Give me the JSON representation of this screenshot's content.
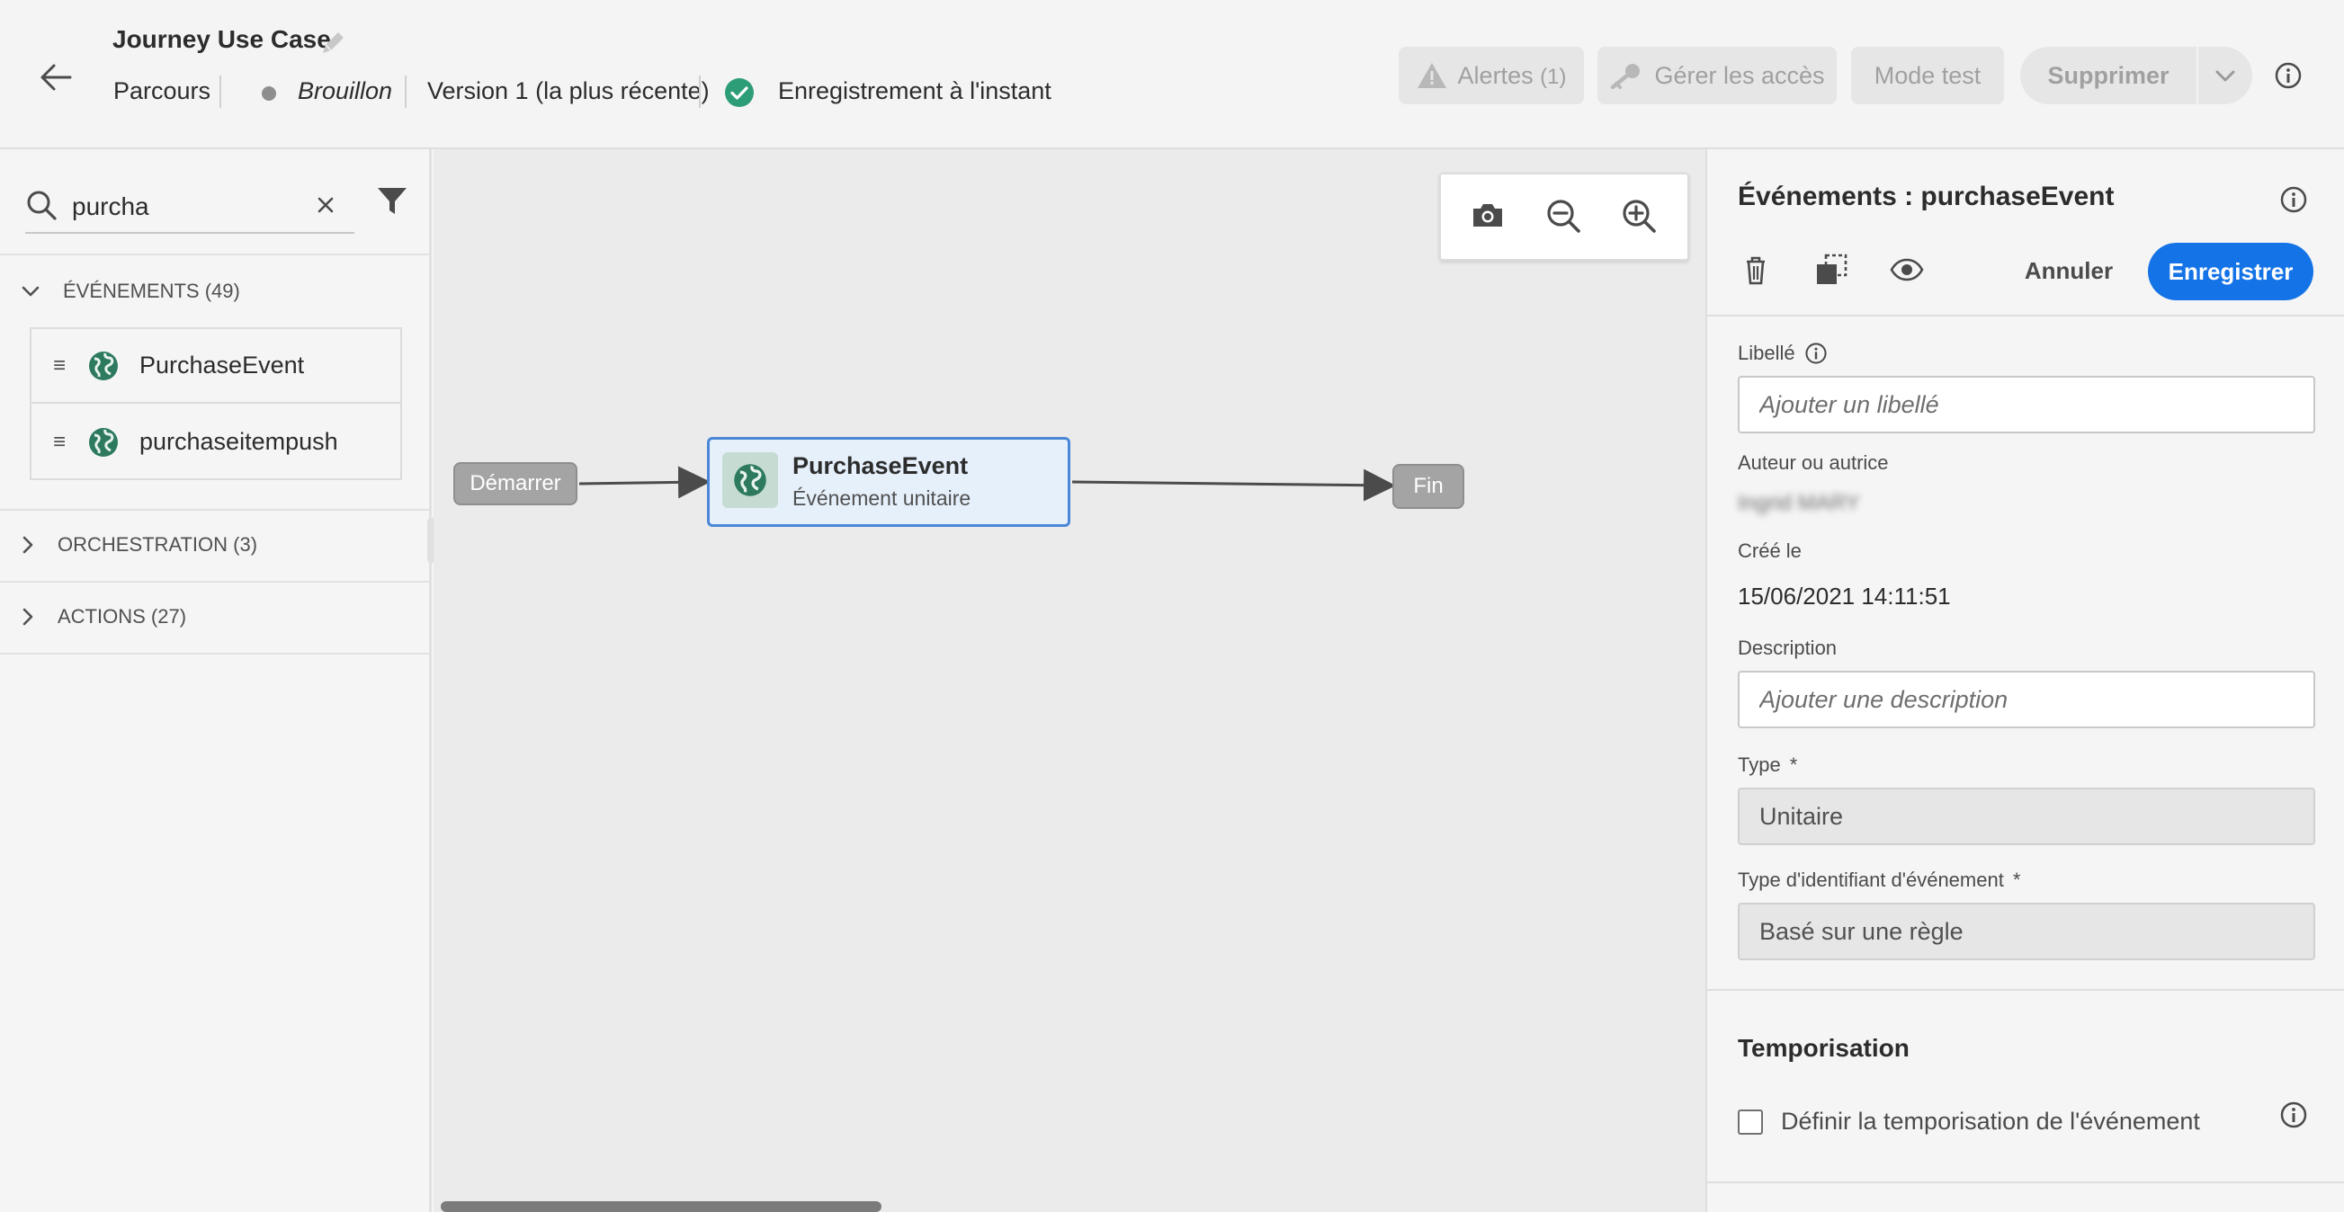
{
  "header": {
    "title": "Journey Use Case",
    "breadcrumb": "Parcours",
    "status": "Brouillon",
    "version": "Version 1 (la plus récente)",
    "save_status": "Enregistrement à l'instant",
    "buttons": {
      "alerts": "Alertes",
      "alerts_count": "(1)",
      "manage_access": "Gérer les accès",
      "test_mode": "Mode test",
      "delete": "Supprimer"
    }
  },
  "left_panel": {
    "search": {
      "value": "purcha",
      "placeholder": ""
    },
    "sections": [
      {
        "label": "ÉVÉNEMENTS (49)",
        "expanded": true,
        "items": [
          "PurchaseEvent",
          "purchaseitempush"
        ]
      },
      {
        "label": "ORCHESTRATION (3)",
        "expanded": false
      },
      {
        "label": "ACTIONS (27)",
        "expanded": false
      }
    ]
  },
  "canvas": {
    "start_node": "Démarrer",
    "event_node": {
      "title": "PurchaseEvent",
      "subtitle": "Événement unitaire"
    },
    "end_node": "Fin"
  },
  "right_panel": {
    "title": "Événements : purchaseEvent",
    "cancel_label": "Annuler",
    "save_label": "Enregistrer",
    "label_field": {
      "label": "Libellé",
      "placeholder": "Ajouter un libellé"
    },
    "author": {
      "label": "Auteur ou autrice",
      "value": "Ingrid MARY"
    },
    "created": {
      "label": "Créé le",
      "value": "15/06/2021 14:11:51"
    },
    "description": {
      "label": "Description",
      "placeholder": "Ajouter une description"
    },
    "type": {
      "label": "Type",
      "required": "*",
      "value": "Unitaire"
    },
    "id_type": {
      "label": "Type d'identifiant d'événement",
      "required": "*",
      "value": "Basé sur une règle"
    },
    "timing": {
      "title": "Temporisation",
      "checkbox_label": "Définir la temporisation de l'événement",
      "checked": false
    }
  },
  "colors": {
    "accent": "#1473e6",
    "success": "#2d9d78",
    "event_green": "#2d7a5f",
    "node_selected_border": "#4b87d8"
  },
  "icons": [
    "arrow-left-icon",
    "pencil-icon",
    "check-circle-icon",
    "alert-icon",
    "key-icon",
    "chevron-down-icon",
    "info-icon",
    "search-icon",
    "close-icon",
    "filter-icon",
    "drag-handle-icon",
    "globe-icon",
    "camera-icon",
    "zoom-out-icon",
    "zoom-in-icon",
    "trash-icon",
    "duplicate-icon",
    "eye-icon"
  ]
}
